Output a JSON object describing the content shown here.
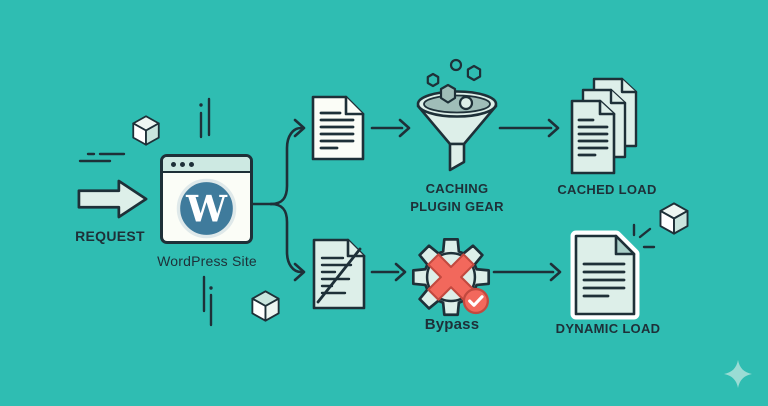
{
  "colors": {
    "background": "#2fbdb2",
    "ink": "#1e3038",
    "pale_fill": "#ddefe9",
    "paper_white": "#fbfdf7",
    "window_bar": "#cde9e2",
    "wp_blue": "#3f7b9c",
    "wp_ring": "#dfe9ea",
    "liquid": "#9fbdb8",
    "red": "#f2685c",
    "red_outline": "#c2493f",
    "fold_shade": "#a9cfc8",
    "cube_side": "#c9e5de",
    "cube_top": "#edf6f2",
    "sparkle": "#9adcd4"
  },
  "labels": {
    "request": "REQUEST",
    "wordpress_site": "WordPress Site",
    "caching_line1": "CACHING",
    "caching_line2": "PLUGIN GEAR",
    "cached_load": "CACHED LOAD",
    "bypass": "Bypass",
    "dynamic_load": "DYNAMIC LOAD",
    "wp_monogram": "W"
  },
  "icons": {
    "request_arrow": "right-arrow",
    "wordpress_window": "browser-window",
    "wordpress_logo": "wordpress-logo",
    "cache_request_page": "document",
    "caching_funnel": "funnel",
    "cached_stack": "document-stack",
    "bypass_page": "document-slashed",
    "bypass_gear": "gear-with-x-and-check-badge",
    "dynamic_page": "document-highlighted",
    "decorations": [
      "cube",
      "cube",
      "cube",
      "sparkle",
      "motion-lines",
      "speed-lines"
    ]
  }
}
